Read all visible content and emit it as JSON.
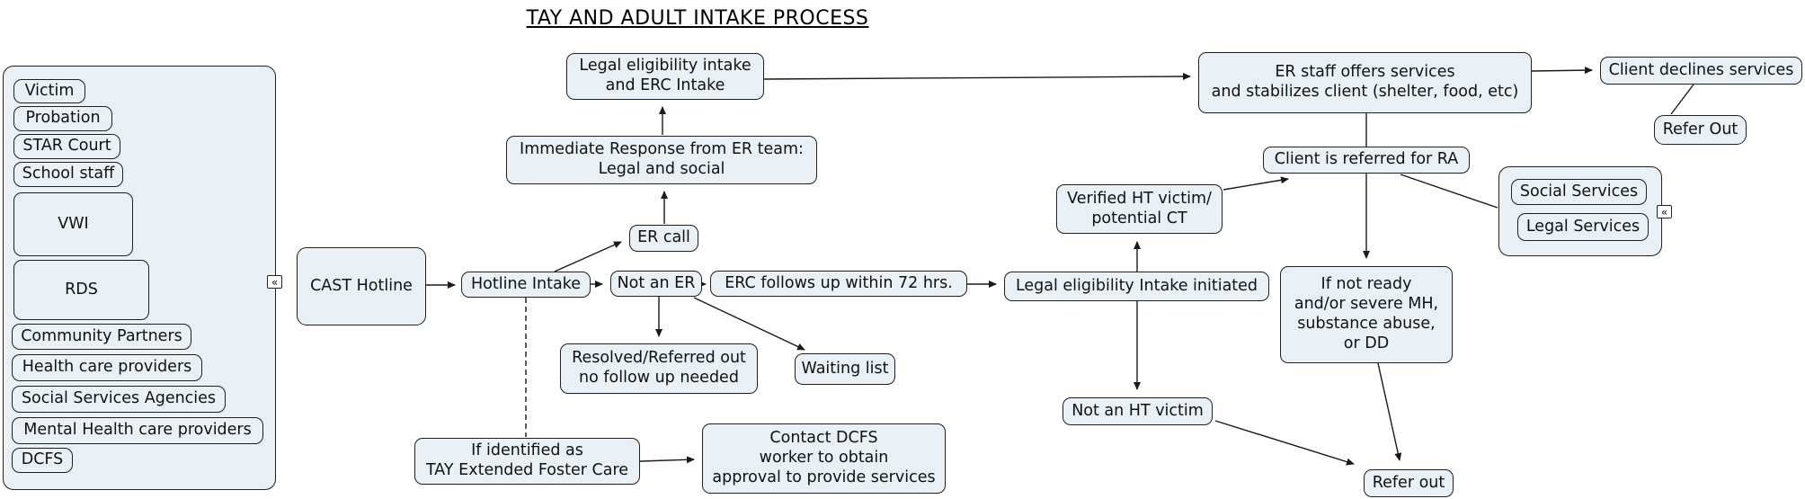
{
  "title": "TAY AND ADULT INTAKE PROCESS",
  "icons": {
    "collapse": "«"
  },
  "colors": {
    "node_fill": "#e9f1f6",
    "node_border": "#1f1f1f",
    "connector": "#1a1a1a",
    "background": "#ffffff"
  },
  "referral_sources": {
    "items": [
      {
        "label": "Victim"
      },
      {
        "label": "Probation"
      },
      {
        "label": "STAR Court"
      },
      {
        "label": "School staff"
      },
      {
        "label": "VWI"
      },
      {
        "label": "RDS"
      },
      {
        "label": "Community Partners"
      },
      {
        "label": "Health care providers"
      },
      {
        "label": "Social Services Agencies"
      },
      {
        "label": "Mental Health care providers"
      },
      {
        "label": "DCFS"
      }
    ]
  },
  "services_group": {
    "items": [
      {
        "label": "Social Services"
      },
      {
        "label": "Legal Services"
      }
    ]
  },
  "nodes": {
    "cast_hotline": {
      "label": "CAST Hotline"
    },
    "hotline_intake": {
      "label": "Hotline Intake"
    },
    "er_call": {
      "label": "ER call"
    },
    "not_an_er": {
      "label": "Not an ER"
    },
    "erc_follow_up": {
      "label": "ERC follows up within 72 hrs."
    },
    "resolved": {
      "label": "Resolved/Referred out\nno follow up needed"
    },
    "waiting_list": {
      "label": "Waiting list"
    },
    "tay_foster": {
      "label": "If identified as\nTAY Extended Foster Care"
    },
    "contact_dcfs": {
      "label": "Contact DCFS\nworker to obtain\napproval to provide services"
    },
    "legal_erc_intake": {
      "label": "Legal eligibility intake\nand ERC Intake"
    },
    "immediate_response": {
      "label": "Immediate Response from ER team:\nLegal and social"
    },
    "er_staff": {
      "label": "ER staff offers services\nand stabilizes client (shelter, food, etc)"
    },
    "client_declines": {
      "label": "Client declines services"
    },
    "refer_out_top": {
      "label": "Refer Out"
    },
    "client_referred_ra": {
      "label": "Client is referred for RA"
    },
    "verified_ht": {
      "label": "Verified HT victim/\npotential CT"
    },
    "legal_intake_initiated": {
      "label": "Legal eligibility Intake initiated"
    },
    "if_not_ready": {
      "label": "If not ready\nand/or severe MH,\nsubstance abuse,\nor DD"
    },
    "not_ht_victim": {
      "label": "Not an HT victim"
    },
    "refer_out_bottom": {
      "label": "Refer out"
    }
  }
}
